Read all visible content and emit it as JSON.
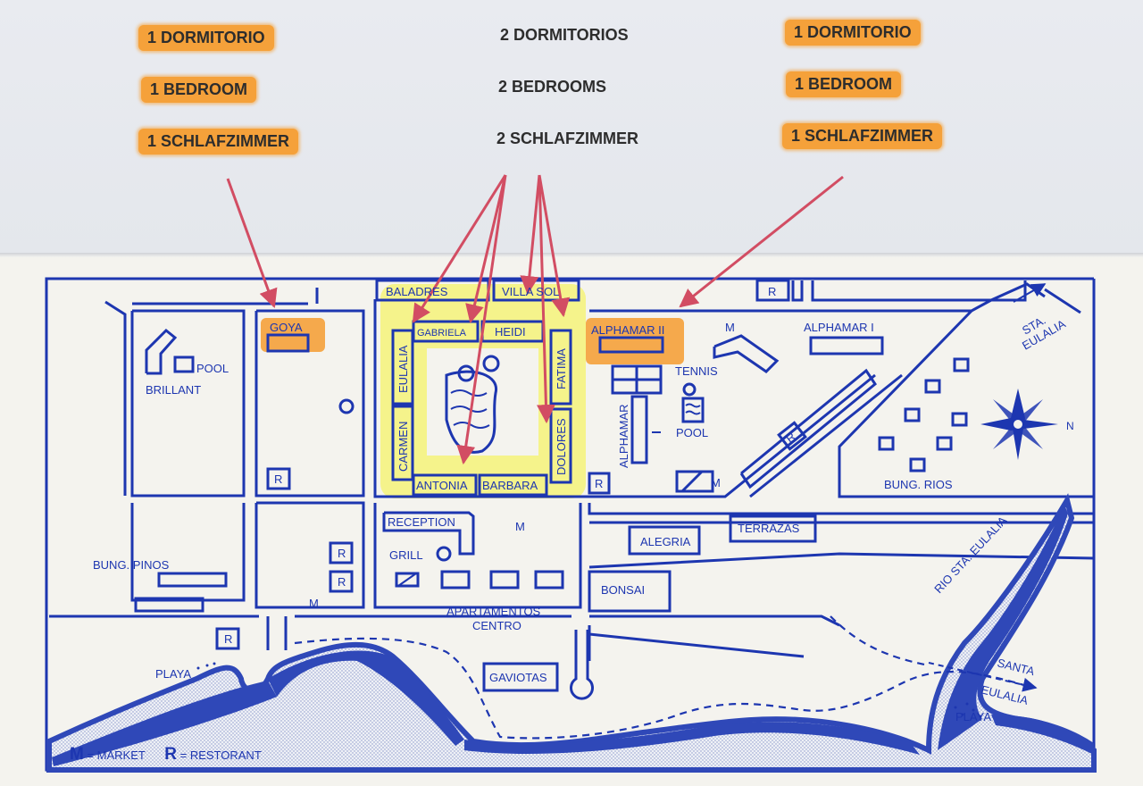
{
  "header": {
    "left": [
      "1 DORMITORIO",
      "1 BEDROOM",
      "1 SCHLAFZIMMER"
    ],
    "center": [
      "2 DORMITORIOS",
      "2 BEDROOMS",
      "2 SCHLAFZIMMER"
    ],
    "right": [
      "1 DORMITORIO",
      "1 BEDROOM",
      "1 SCHLAFZIMMER"
    ]
  },
  "map": {
    "colors": {
      "ink": "#1d36b0",
      "highlight_yellow": "#f6f36a",
      "highlight_orange": "#f5a13a",
      "arrow": "#d24d63",
      "sea": "#2f48b8",
      "paper": "#f4f3ee"
    },
    "labels": {
      "baladres": "BALADRES",
      "villa_sol": "VILLA SOL",
      "r_top": "R",
      "sta_eulalia": "STA.",
      "sta_eulalia2": "EULALIA",
      "goya": "GOYA",
      "pool_left": "POOL",
      "brillant": "BRILLANT",
      "gabriela": "GABRIELA",
      "heidi": "HEIDI",
      "eulalia": "EULALIA",
      "fatima": "FATIMA",
      "carmen": "CARMEN",
      "dolores": "DOLORES",
      "antonia": "ANTONIA",
      "barbara": "BARBARA",
      "alphamar_ii": "ALPHAMAR II",
      "alphamar_i": "ALPHAMAR I",
      "alphamar": "ALPHAMAR",
      "tennis": "TENNIS",
      "pool_right": "POOL",
      "m_top": "M",
      "m_diag": "M",
      "r_diag": "R",
      "bung_rios": "BUNG. RIOS",
      "compass_n": "N",
      "reception": "RECEPTION",
      "grill": "GRILL",
      "m_center": "M",
      "apartamentos": "APARTAMENTOS",
      "centro": "CENTRO",
      "gaviotas": "GAVIOTAS",
      "alegria": "ALEGRIA",
      "terrazas": "TERRAZAS",
      "bonsai": "BONSAI",
      "bung_pinos": "BUNG. PINOS",
      "m_left": "M",
      "r_goya": "R",
      "r_left1": "R",
      "r_left2": "R",
      "r_playa": "R",
      "r_center": "R",
      "playa_left": "PLAYA",
      "rio": "RIO STA. EULALIA",
      "santa": "SANTA",
      "eulalia_river": "EULALIA",
      "playa_right": "PLAYA"
    },
    "legend": {
      "m_key": "M",
      "m_text": "= MARKET",
      "r_key": "R",
      "r_text": "= RESTORANT"
    }
  }
}
